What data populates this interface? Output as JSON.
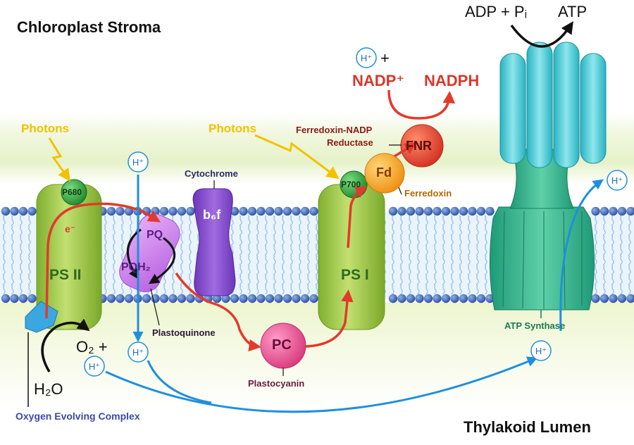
{
  "regions": {
    "stroma": "Chloroplast Stroma",
    "lumen": "Thylakoid Lumen"
  },
  "photons": [
    "Photons",
    "Photons"
  ],
  "complexes": {
    "ps2": "PS II",
    "p680": "P680",
    "ps1": "PS I",
    "p700": "P700",
    "cytochrome_label": "Cytochrome",
    "b6f": "b₆f",
    "pq": "PQ",
    "pqh2": "PQH₂",
    "plastoquinone": "Plastoquinone",
    "pc": "PC",
    "plastocyanin": "Plastocyanin",
    "fd": "Fd",
    "ferredoxin": "Ferredoxin",
    "fnr": "FNR",
    "fnr_name_1": "Ferredoxin-NADP",
    "fnr_name_2": "Reductase",
    "atp_synthase": "ATP Synthase",
    "oec": "Oxygen Evolving Complex",
    "electron": "e⁻"
  },
  "molecules": {
    "h2o": "H₂O",
    "o2": "O₂ +",
    "nadp": "NADP⁺",
    "plus": "+",
    "nadph": "NADPH",
    "adp_pi": "ADP + Pᵢ",
    "atp": "ATP",
    "proton": "H⁺"
  },
  "colors": {
    "electron_path": "#e23a2d",
    "proton_path": "#1f8fdc",
    "ps_complex": "#9cc843",
    "reaction_center": "#2f9e3a",
    "cytochrome": "#8a4fd0",
    "plastoquinone": "#c36ee8",
    "plastocyanin": "#e8468c",
    "ferredoxin": "#f6a623",
    "fnr": "#e8452c",
    "atp_synthase": "#2fbf9c",
    "membrane_head": "#3a60b0",
    "oec": "#3aa7e0",
    "nadp_text": "#d9372b",
    "photon_text": "#f2c200"
  }
}
